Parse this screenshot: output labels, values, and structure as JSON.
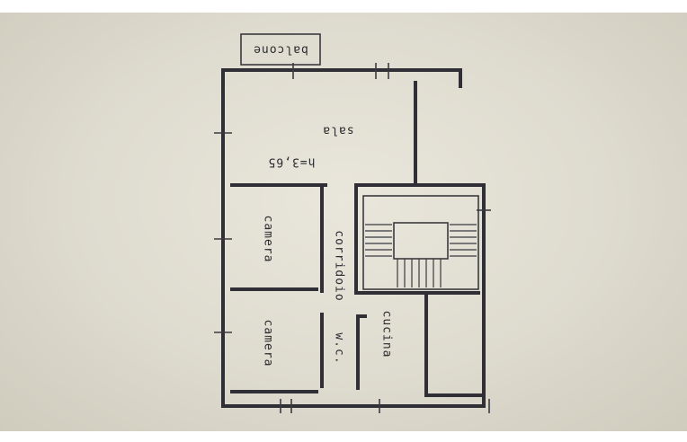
{
  "rooms": {
    "balcone": "balcone",
    "sala": "sala",
    "height": "h=3,65",
    "camera_top": "camera",
    "camera_bottom": "camera",
    "corridoio": "corridoio",
    "wc": "w.c.",
    "cucina": "cucina"
  }
}
